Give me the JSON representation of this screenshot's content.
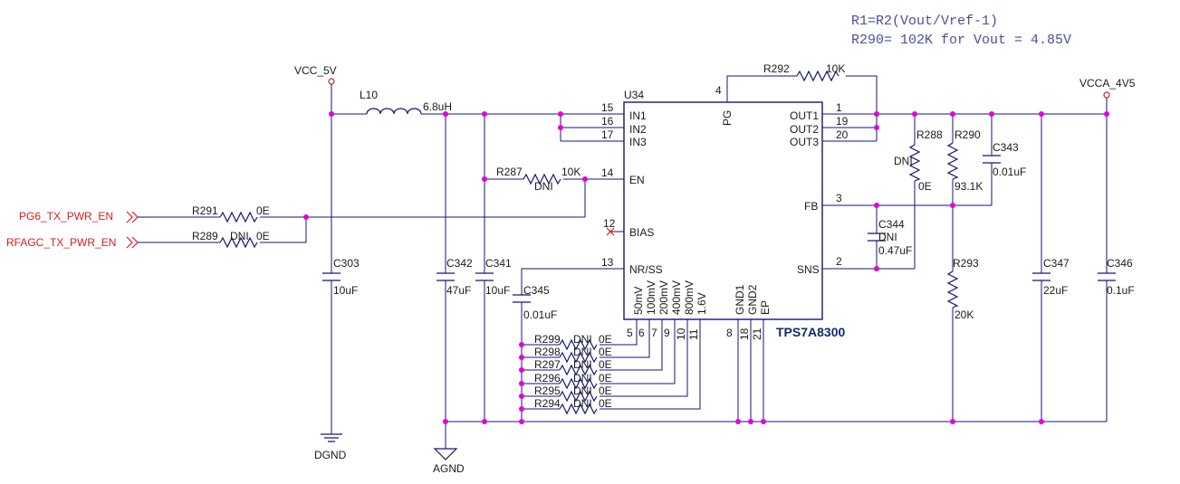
{
  "notes": {
    "line1": "R1=R2(Vout/Vref-1)",
    "line2": "R290= 102K for Vout = 4.85V"
  },
  "nets": {
    "vcc": "VCC_5V",
    "vcca": "VCCA_4V5",
    "dgnd": "DGND",
    "agnd": "AGND",
    "pg6": "PG6_TX_PWR_EN",
    "rfagc": "RFAGC_TX_PWR_EN"
  },
  "ic": {
    "ref": "U34",
    "part": "TPS7A8300",
    "pins": {
      "in1": "IN1",
      "in2": "IN2",
      "in3": "IN3",
      "en": "EN",
      "bias": "BIAS",
      "nrss": "NR/SS",
      "pg": "PG",
      "out1": "OUT1",
      "out2": "OUT2",
      "out3": "OUT3",
      "fb": "FB",
      "sns": "SNS",
      "v50": "50mV",
      "v100": "100mV",
      "v200": "200mV",
      "v400": "400mV",
      "v800": "800mV",
      "v16": "1.6V",
      "gnd1": "GND1",
      "gnd2": "GND2",
      "ep": "EP"
    },
    "nums": {
      "p15": "15",
      "p16": "16",
      "p17": "17",
      "p14": "14",
      "p12": "12",
      "p13": "13",
      "p4": "4",
      "p1": "1",
      "p19": "19",
      "p20": "20",
      "p3": "3",
      "p2": "2",
      "p5": "5",
      "p6": "6",
      "p7": "7",
      "p9": "9",
      "p10": "10",
      "p11": "11",
      "p8": "8",
      "p18": "18",
      "p21": "21"
    }
  },
  "parts": {
    "l10": {
      "ref": "L10",
      "val": "6.8uH"
    },
    "r292": {
      "ref": "R292",
      "val": "10K"
    },
    "r287": {
      "ref": "R287",
      "val": "10K",
      "dni": "DNI"
    },
    "r291": {
      "ref": "R291",
      "val": "0E"
    },
    "r289": {
      "ref": "R289",
      "val": "0E",
      "dni": "DNI"
    },
    "c303": {
      "ref": "C303",
      "val": "10uF"
    },
    "c342": {
      "ref": "C342",
      "val": "47uF"
    },
    "c341": {
      "ref": "C341",
      "val": "10uF"
    },
    "c345": {
      "ref": "C345",
      "val": "0.01uF"
    },
    "r288": {
      "ref": "R288",
      "val": "0E",
      "dni": "DNI"
    },
    "r290": {
      "ref": "R290",
      "val": "93.1K"
    },
    "c343": {
      "ref": "C343",
      "val": "0.01uF"
    },
    "c344": {
      "ref": "C344",
      "val": "0.47uF",
      "dni": "DNI"
    },
    "r293": {
      "ref": "R293",
      "val": "20K"
    },
    "c347": {
      "ref": "C347",
      "val": "22uF"
    },
    "c346": {
      "ref": "C346",
      "val": "0.1uF"
    }
  },
  "ladder": [
    {
      "ref": "R299",
      "dni": "DNI",
      "val": "0E"
    },
    {
      "ref": "R298",
      "dni": "DNI",
      "val": "0E"
    },
    {
      "ref": "R297",
      "dni": "DNI",
      "val": "0E"
    },
    {
      "ref": "R296",
      "dni": "DNI",
      "val": "0E"
    },
    {
      "ref": "R295",
      "dni": "DNI",
      "val": "0E"
    },
    {
      "ref": "R294",
      "dni": "DNI",
      "val": "0E"
    }
  ]
}
